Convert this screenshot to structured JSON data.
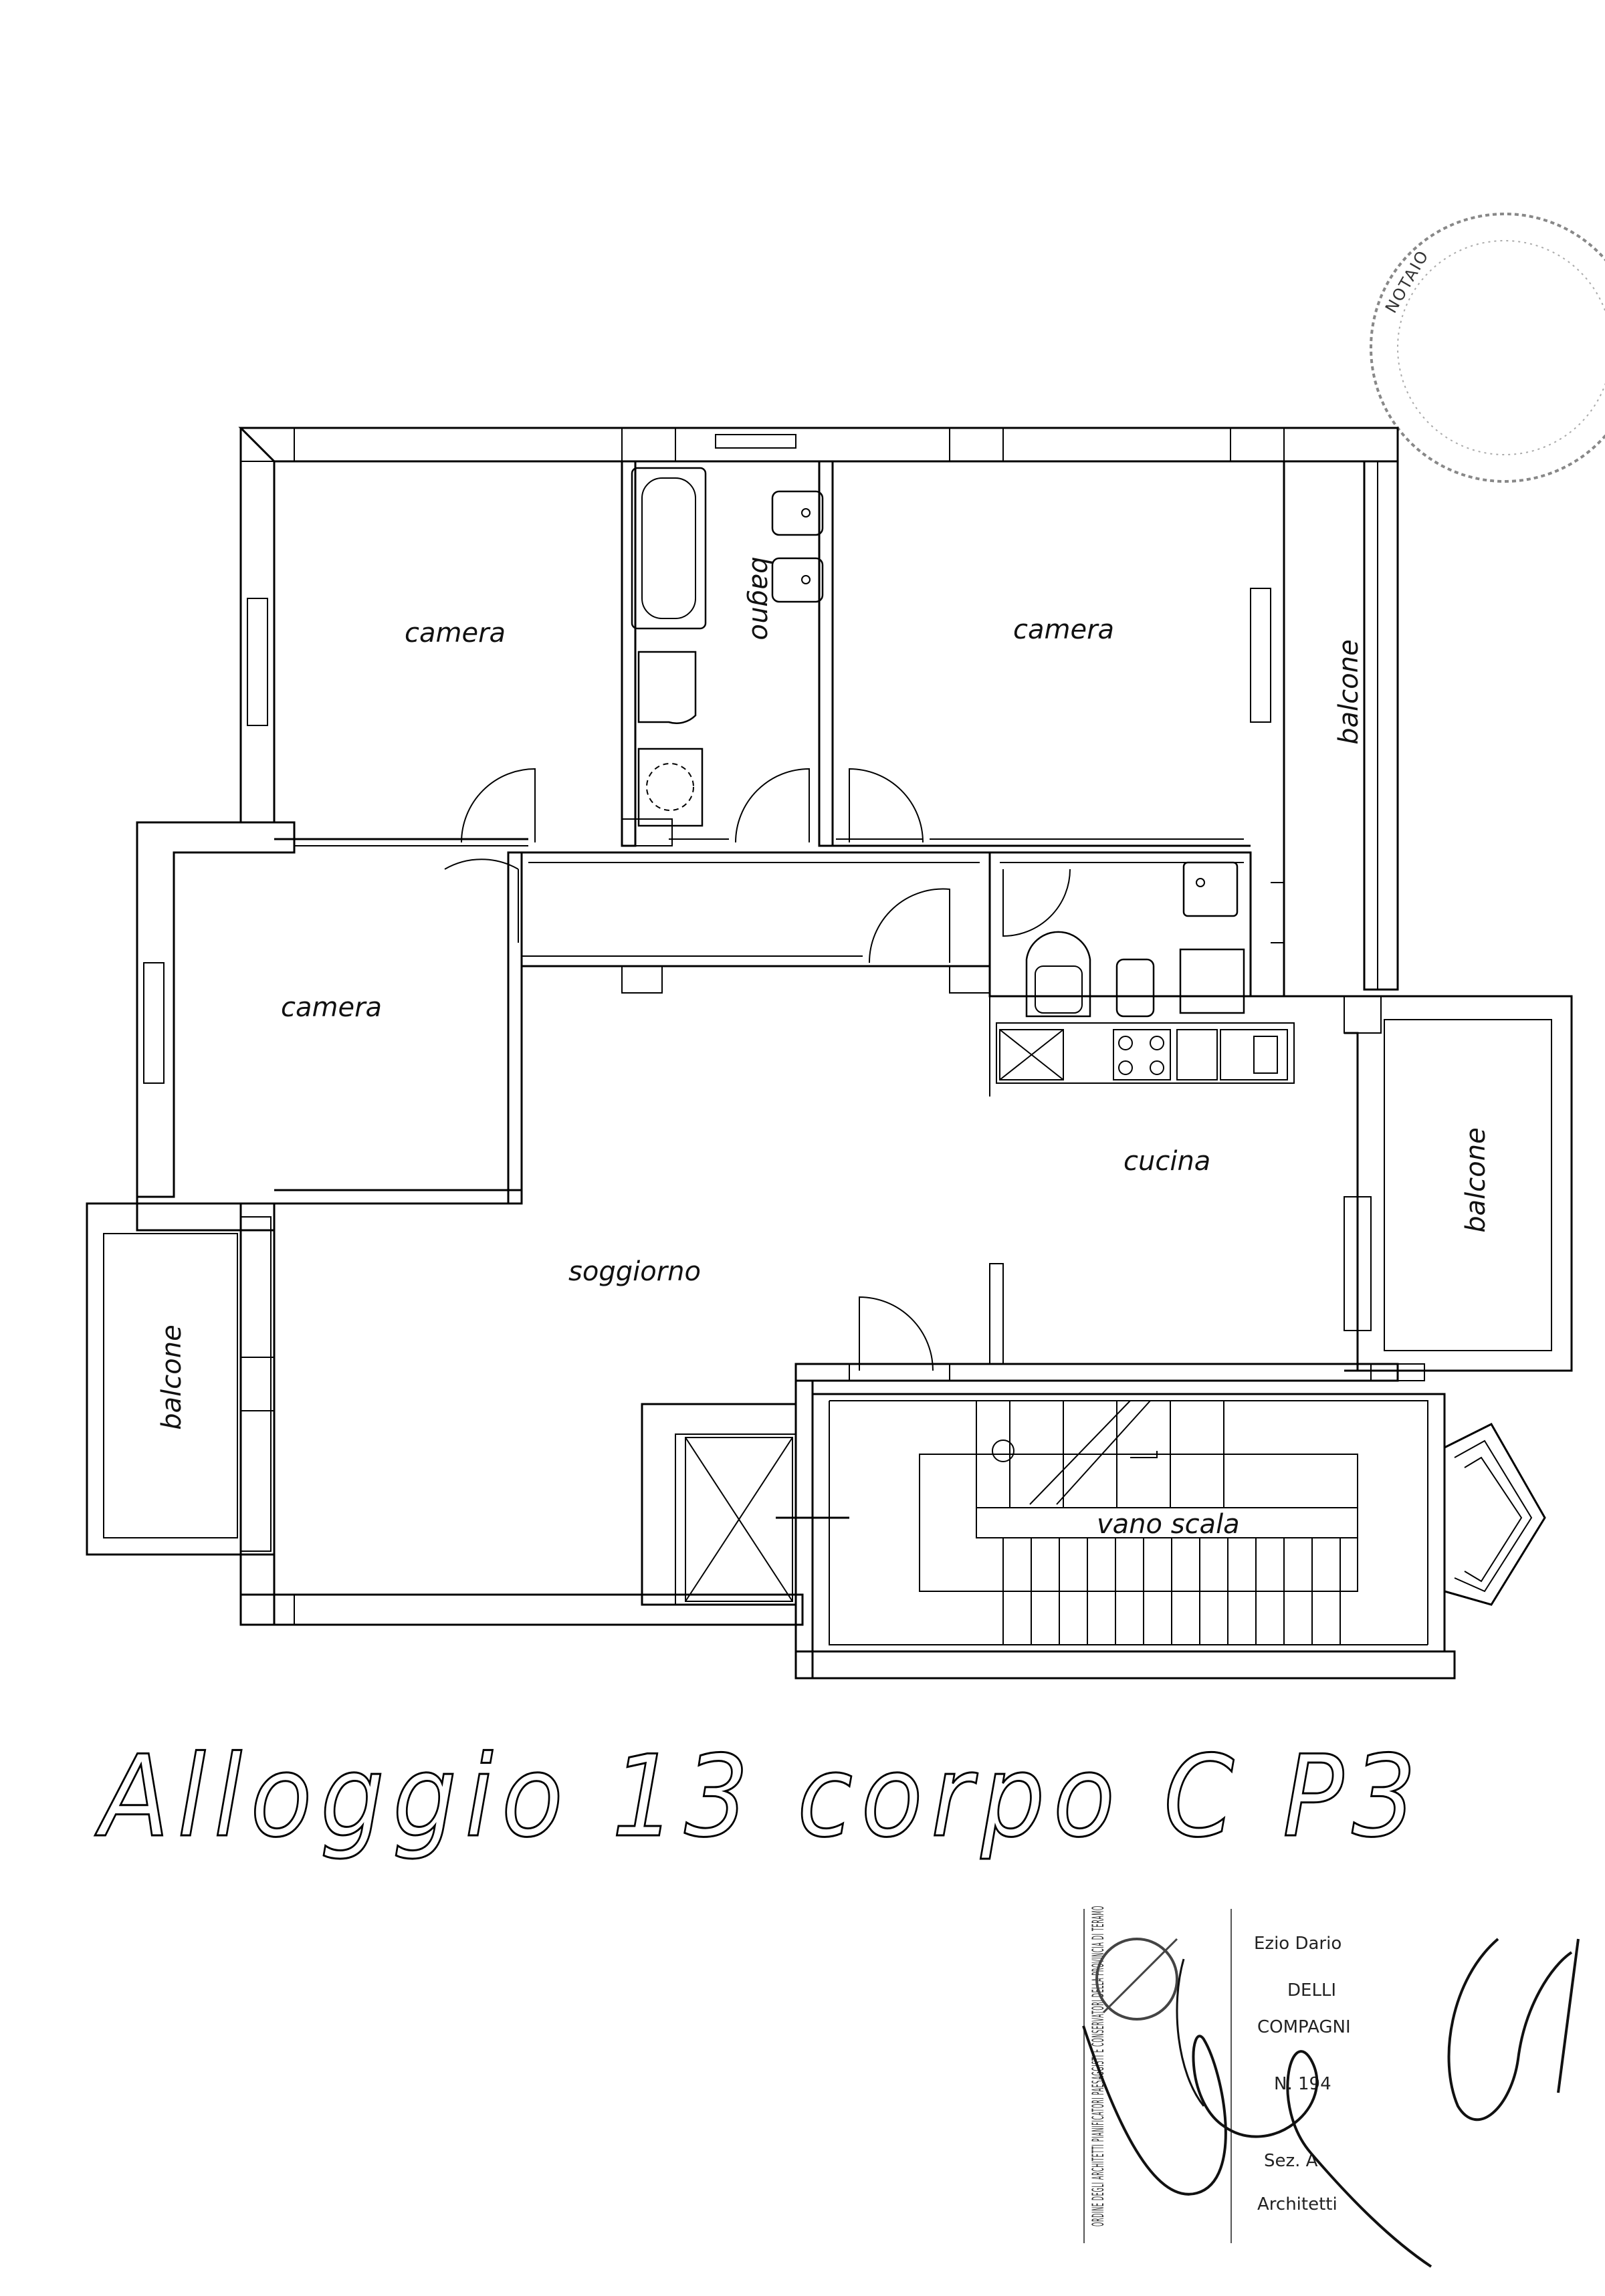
{
  "plan": {
    "title": "Alloggio 13 corpo C P3",
    "rooms": [
      {
        "id": "camera-1",
        "label": "camera"
      },
      {
        "id": "bagno",
        "label": "bagno"
      },
      {
        "id": "camera-2",
        "label": "camera"
      },
      {
        "id": "balcone-1",
        "label": "balcone"
      },
      {
        "id": "camera-3",
        "label": "camera"
      },
      {
        "id": "cucina",
        "label": "cucina"
      },
      {
        "id": "balcone-2",
        "label": "balcone"
      },
      {
        "id": "soggiorno",
        "label": "soggiorno"
      },
      {
        "id": "balcone-3",
        "label": "balcone"
      },
      {
        "id": "vano-scala",
        "label": "vano scala"
      }
    ]
  },
  "stamp": {
    "lines": [
      "Ezio Dario",
      "DELLI",
      "COMPAGNI",
      "N. 194",
      "Sez. A",
      "Architetti"
    ],
    "side_text": "ORDINE DEGLI ARCHITETTI PIANIFICATORI PAESAGGISTI E CONSERVATORI DELLA PROVINCIA DI TERAMO"
  },
  "seal": {
    "text": "NOTAIO"
  }
}
